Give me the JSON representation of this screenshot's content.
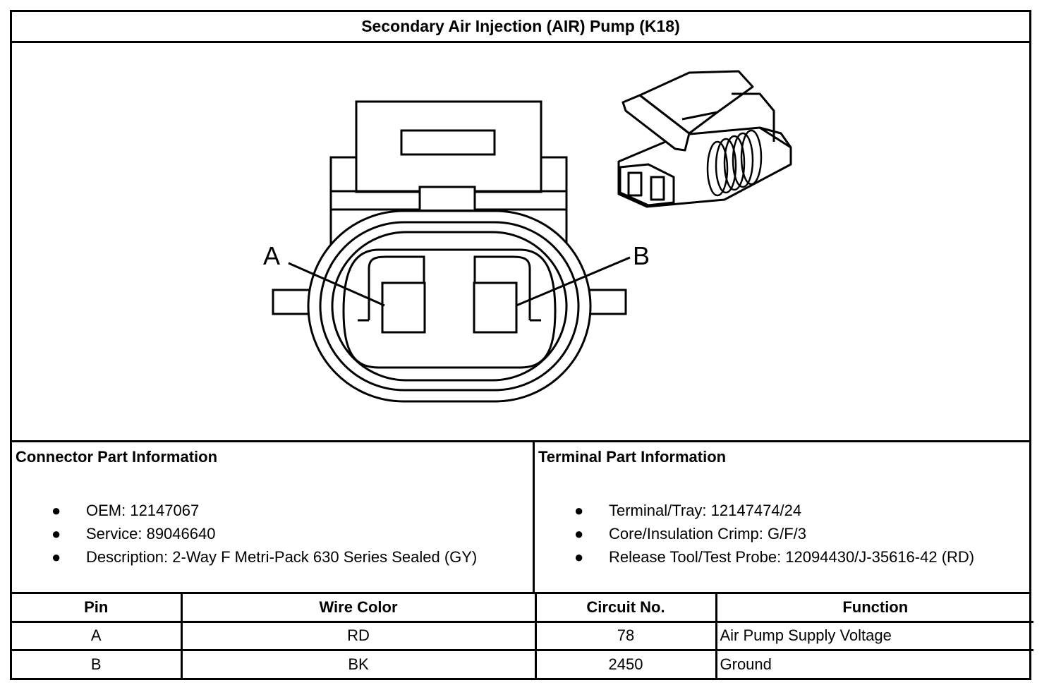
{
  "title": "Secondary Air Injection (AIR) Pump (K18)",
  "diagram": {
    "callouts": [
      "A",
      "B"
    ]
  },
  "connector_info": {
    "heading": "Connector Part Information",
    "items": [
      "OEM: 12147067",
      "Service: 89046640",
      "Description: 2-Way F Metri-Pack 630 Series Sealed (GY)"
    ]
  },
  "terminal_info": {
    "heading": "Terminal Part Information",
    "items": [
      "Terminal/Tray: 12147474/24",
      "Core/Insulation Crimp: G/F/3",
      "Release Tool/Test Probe: 12094430/J-35616-42 (RD)"
    ]
  },
  "pin_table": {
    "headers": [
      "Pin",
      "Wire Color",
      "Circuit No.",
      "Function"
    ],
    "rows": [
      [
        "A",
        "RD",
        "78",
        "Air Pump Supply Voltage"
      ],
      [
        "B",
        "BK",
        "2450",
        "Ground"
      ]
    ]
  },
  "bullet_glyph": "●"
}
